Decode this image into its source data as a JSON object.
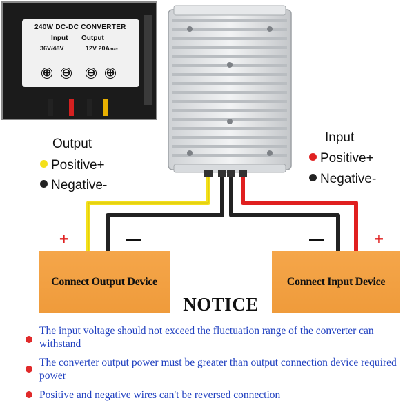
{
  "inset": {
    "plate_title": "240W  DC-DC CONVERTER",
    "input_label": "Input",
    "output_label": "Output",
    "input_voltage": "36V/48V",
    "output_voltage": "12V  20A",
    "output_voltage_suffix": "max",
    "terminal_symbols": [
      "⊕",
      "⊖",
      "⊖",
      "⊕"
    ]
  },
  "output_legend": {
    "title": "Output",
    "items": [
      {
        "label": "Positive+",
        "color": "#f4e01a"
      },
      {
        "label": "Negative-",
        "color": "#222222"
      }
    ]
  },
  "input_legend": {
    "title": "Input",
    "items": [
      {
        "label": "Positive+",
        "color": "#e02020"
      },
      {
        "label": "Negative-",
        "color": "#222222"
      }
    ]
  },
  "signs": {
    "output_positive": "+",
    "output_negative": "—",
    "input_negative": "—",
    "input_positive": "+"
  },
  "boxes": {
    "output_device": "Connect Output Device",
    "input_device": "Connect Input Device"
  },
  "notice": {
    "title": "NOTICE",
    "items": [
      "The input voltage  should not exceed the fluctuation range of the converter can withstand",
      "The converter output power must be  greater than output connection device required power",
      "Positive and negative wires can't be  reversed connection"
    ]
  },
  "colors": {
    "box_fill": "#f0a040",
    "note_text": "#2040c0",
    "bullet": "#e02a2a",
    "wire_yellow": "#f4e01a",
    "wire_red": "#e02020",
    "wire_black": "#222222"
  }
}
